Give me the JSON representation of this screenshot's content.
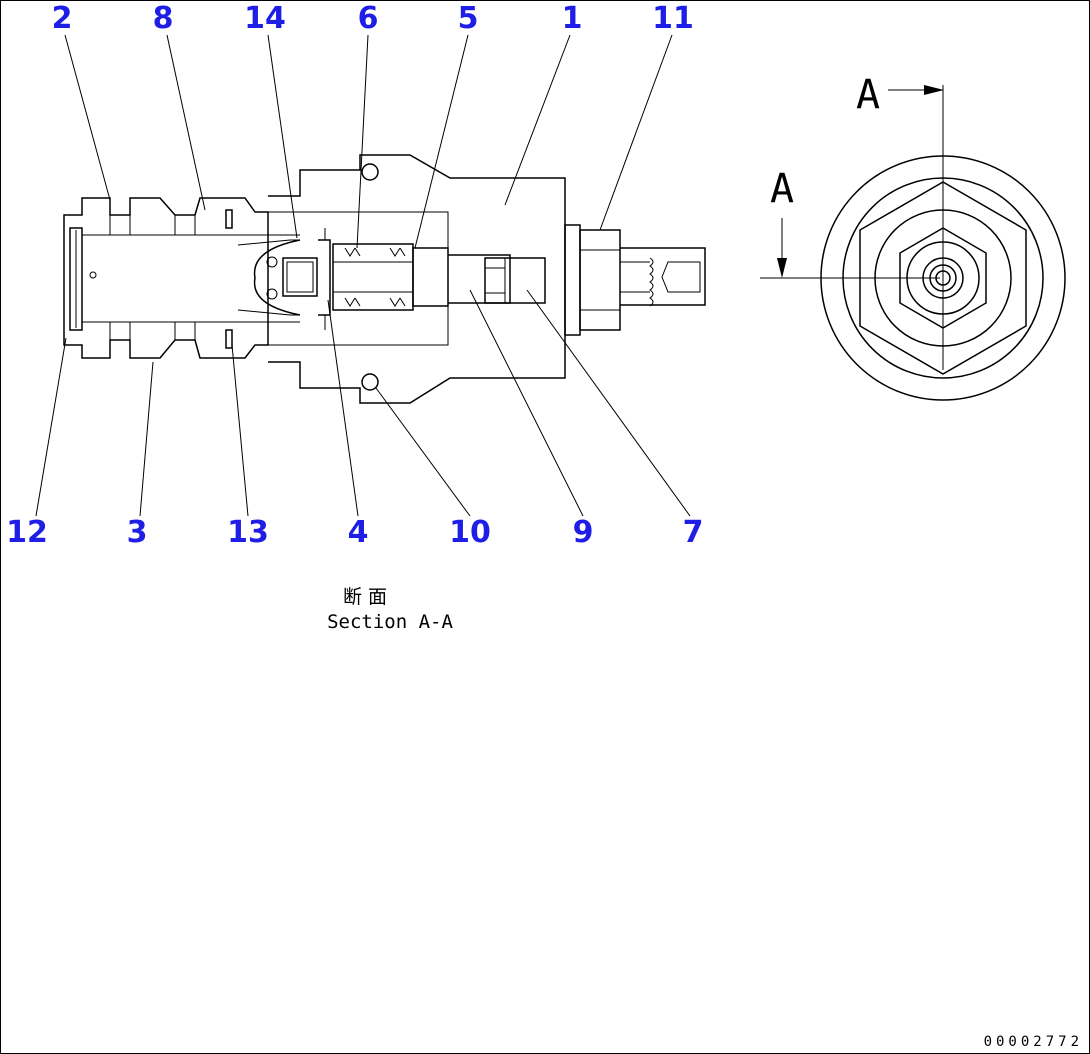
{
  "colors": {
    "callout": "#1e1ee6",
    "line": "#000000",
    "background": "#ffffff"
  },
  "callouts": [
    "2",
    "8",
    "14",
    "6",
    "5",
    "1",
    "11",
    "12",
    "3",
    "13",
    "4",
    "10",
    "9",
    "7"
  ],
  "section_marks": {
    "top": "A",
    "side": "A"
  },
  "caption": {
    "jp": "断 面",
    "en": "Section A-A"
  },
  "drawing_number": "00002772"
}
